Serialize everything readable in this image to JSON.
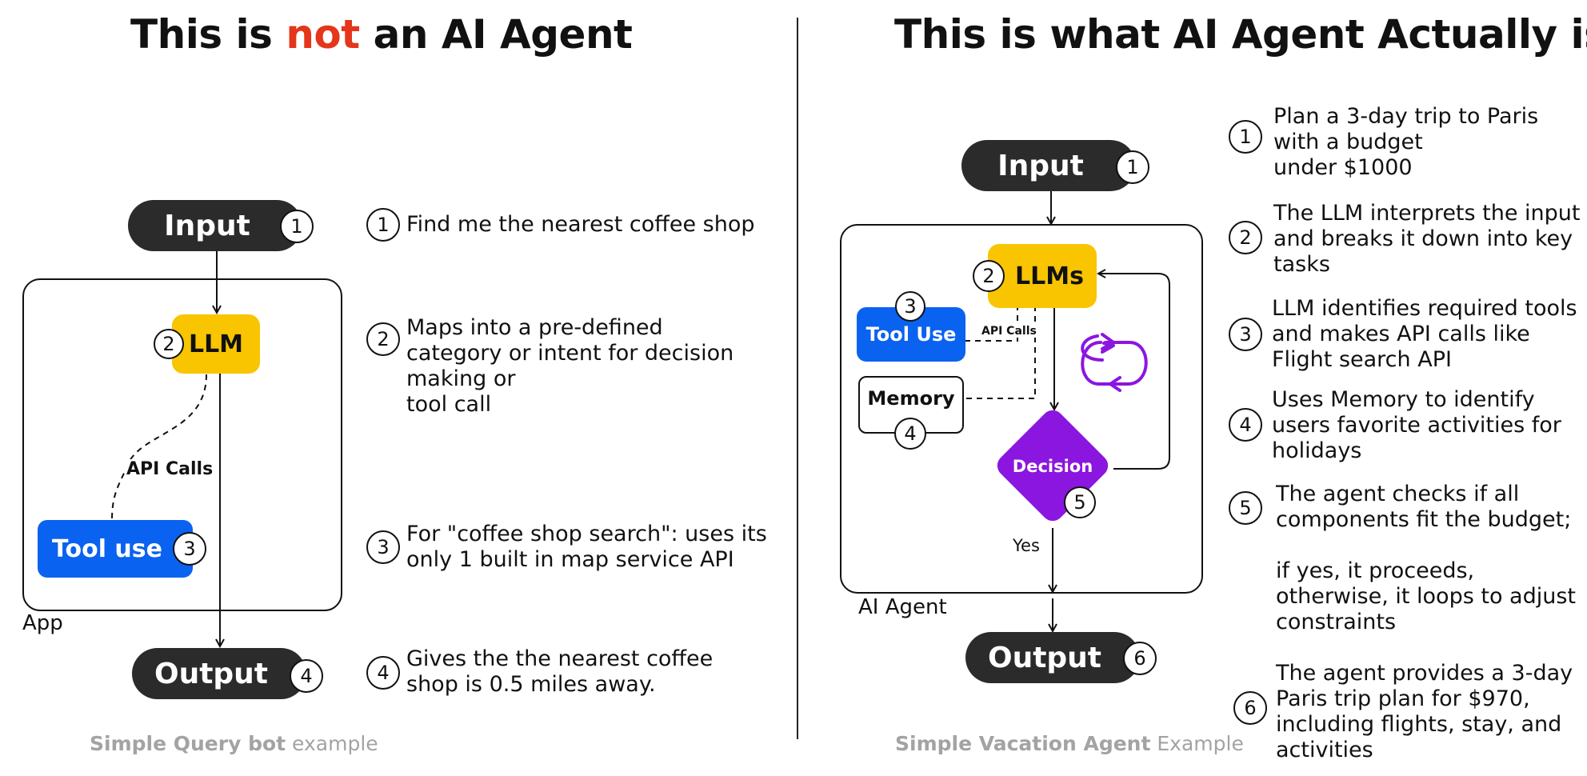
{
  "left": {
    "title_pre": "This is ",
    "title_highlight": "not",
    "title_post": " an AI Agent",
    "container_label": "App",
    "input_label": "Input",
    "llm_label": "LLM",
    "tool_label": "Tool use",
    "output_label": "Output",
    "api_calls_label": "API Calls",
    "badges": {
      "input": "1",
      "llm": "2",
      "tool": "3",
      "output": "4"
    },
    "steps": [
      {
        "num": "1",
        "lines": [
          "Find me the nearest coffee shop"
        ]
      },
      {
        "num": "2",
        "lines": [
          "Maps into a pre-defined",
          "category or intent for decision",
          "making or",
          "tool call"
        ]
      },
      {
        "num": "3",
        "lines": [
          "For \"coffee shop search\": uses its",
          "only 1 built in map service API"
        ]
      },
      {
        "num": "4",
        "lines": [
          "Gives the the nearest coffee",
          "shop is 0.5 miles away."
        ]
      }
    ],
    "caption_bold": "Simple Query bot",
    "caption_rest": " example"
  },
  "right": {
    "title": "This is what AI Agent Actually is",
    "container_label": "AI Agent",
    "input_label": "Input",
    "llm_label": "LLMs",
    "tool_label": "Tool Use",
    "memory_label": "Memory",
    "decision_label": "Decision",
    "output_label": "Output",
    "api_calls_label": "API Calls",
    "yes_label": "Yes",
    "badges": {
      "input": "1",
      "llm": "2",
      "tool": "3",
      "memory": "4",
      "decision": "5",
      "output": "6"
    },
    "steps": [
      {
        "num": "1",
        "lines": [
          "Plan a 3-day trip to Paris",
          "with a budget",
          "under $1000"
        ]
      },
      {
        "num": "2",
        "lines": [
          "The LLM interprets the input",
          "and breaks it down into key",
          "tasks"
        ]
      },
      {
        "num": "3",
        "lines": [
          "LLM identifies required tools",
          "and makes API calls like",
          "Flight search API"
        ]
      },
      {
        "num": "4",
        "lines": [
          "Uses Memory to identify",
          "users favorite activities for",
          "holidays"
        ]
      },
      {
        "num": "5",
        "lines": [
          "The agent checks if all",
          "components fit the budget;",
          "",
          "if yes, it proceeds,",
          "otherwise, it loops to adjust",
          "constraints"
        ]
      },
      {
        "num": "6",
        "lines": [
          "The agent provides a 3-day",
          "Paris trip plan for $970,",
          "including flights, stay, and",
          "activities"
        ]
      }
    ],
    "caption_bold": "Simple Vacation Agent",
    "caption_rest": " Example"
  },
  "colors": {
    "accent_red": "#e4361b",
    "llm_yellow": "#f8c500",
    "tool_blue": "#0a62f0",
    "decision_purple": "#8b16e0",
    "pill_dark": "#2b2b2b",
    "caption_gray": "#a3a3a3"
  },
  "icons": {
    "loop": "loop-arrows-icon"
  }
}
